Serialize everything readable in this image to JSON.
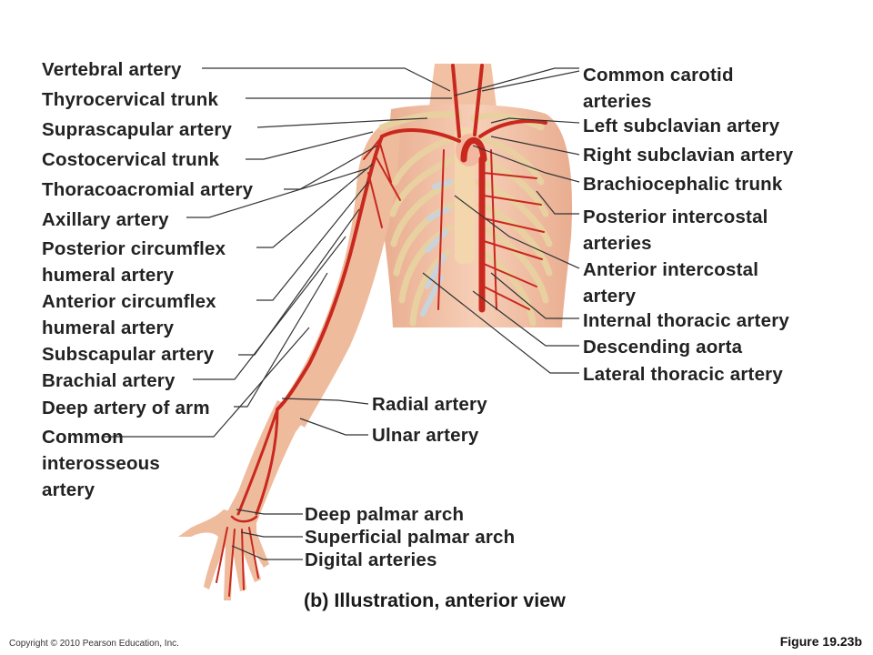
{
  "labels_left": {
    "vertebral": "Vertebral artery",
    "thyrocervical": "Thyrocervical trunk",
    "suprascapular": "Suprascapular artery",
    "costocervical": "Costocervical trunk",
    "thoracoacromial": "Thoracoacromial artery",
    "axillary": "Axillary artery",
    "post_circumflex_1": "Posterior circumflex",
    "post_circumflex_2": "humeral artery",
    "ant_circumflex_1": "Anterior circumflex",
    "ant_circumflex_2": "humeral artery",
    "subscapular": "Subscapular artery",
    "brachial": "Brachial artery",
    "deep_arm": "Deep artery of arm",
    "common_inter_1": "Common",
    "common_inter_2": "interosseous",
    "common_inter_3": "artery"
  },
  "labels_right": {
    "common_carotid_1": "Common carotid",
    "common_carotid_2": "arteries",
    "left_subclavian": "Left subclavian artery",
    "right_subclavian": "Right subclavian artery",
    "brachiocephalic": "Brachiocephalic trunk",
    "post_intercostal_1": "Posterior intercostal",
    "post_intercostal_2": "arteries",
    "ant_intercostal_1": "Anterior intercostal",
    "ant_intercostal_2": "artery",
    "internal_thoracic": "Internal thoracic artery",
    "descending_aorta": "Descending aorta",
    "lateral_thoracic": "Lateral thoracic artery"
  },
  "labels_forearm": {
    "radial": "Radial artery",
    "ulnar": "Ulnar artery"
  },
  "labels_hand": {
    "deep_palmar": "Deep palmar arch",
    "superficial_palmar": "Superficial palmar arch",
    "digital": "Digital arteries"
  },
  "caption": "(b) Illustration, anterior view",
  "copyright": "Copyright © 2010 Pearson Education, Inc.",
  "figure_number": "Figure 19.23b",
  "colors": {
    "skin": "#f4c7ad",
    "skin_shadow": "#e5a88b",
    "bone": "#f6e0b8",
    "cartilage": "#c9d3dc",
    "artery": "#c8281e",
    "leader": "#333333"
  }
}
